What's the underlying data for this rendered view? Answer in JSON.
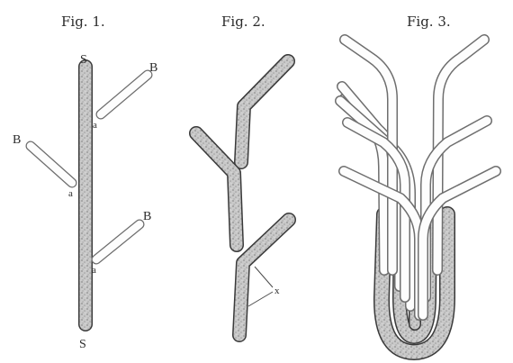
{
  "figures": [
    {
      "title": "Fig. 1.",
      "labels": {
        "stem_top": "S",
        "stem_bottom": "S",
        "branch": "B",
        "junction": "a"
      }
    },
    {
      "title": "Fig. 2.",
      "labels": {
        "marker": "x"
      }
    },
    {
      "title": "Fig. 3."
    }
  ]
}
